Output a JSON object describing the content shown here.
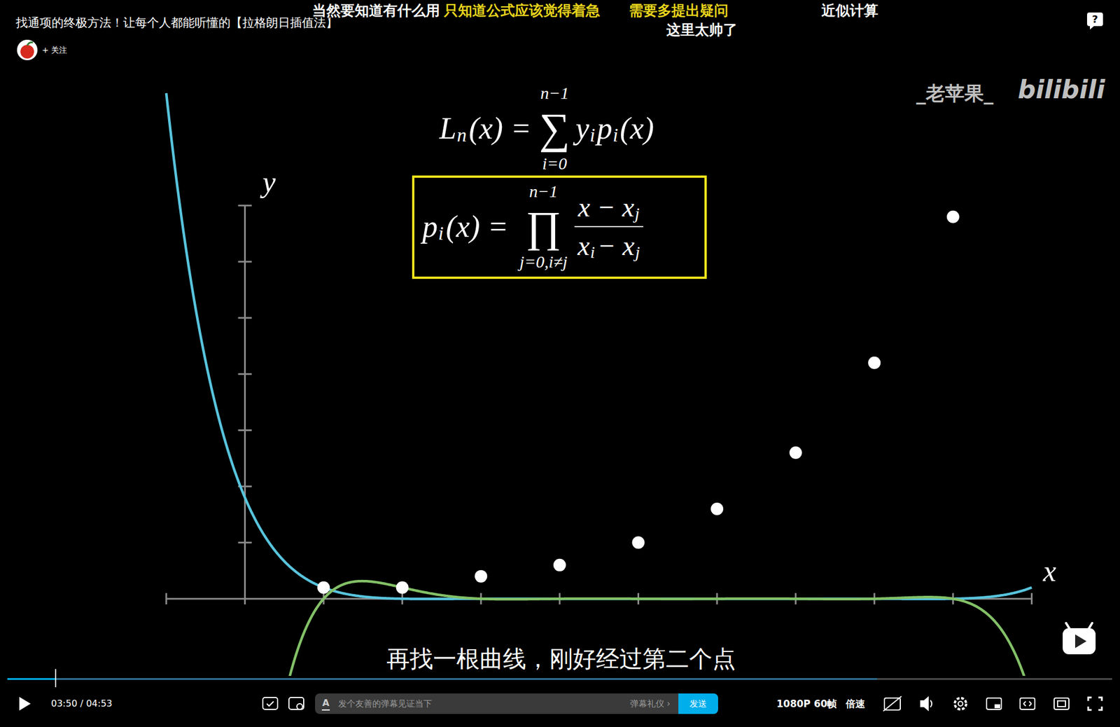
{
  "diagram": {
    "title": "找通项的终极方法！让每个人都能听懂的【拉格朗日插值法】",
    "nodes": [
      {
        "text": [
          "p",
          "i",
          "(x) =",
          "∏",
          "n−1",
          "j=0,i≠j",
          "x − x",
          "j",
          "x",
          "i",
          "− x",
          "j"
        ]
      }
    ],
    "labels": [
      "当然要知道有什么用",
      "只知道公式应该觉得着急",
      "需要多提出疑问",
      "近似计算",
      "这里太帅了",
      "+ 关注",
      "_老苹果_",
      "bilibili",
      "L",
      "n",
      "(x) =",
      "∑",
      "n−1",
      "i=0",
      "y",
      "i",
      "p",
      "i",
      "(x)",
      "y",
      "x",
      "再找一根曲线，刚好经过第二个点",
      "03:50 / 04:53",
      "发个友善的弹幕见证当下",
      "弹幕礼仪 ›",
      "发送",
      "1080P 60帧",
      "倍速",
      "A",
      "?"
    ]
  }
}
